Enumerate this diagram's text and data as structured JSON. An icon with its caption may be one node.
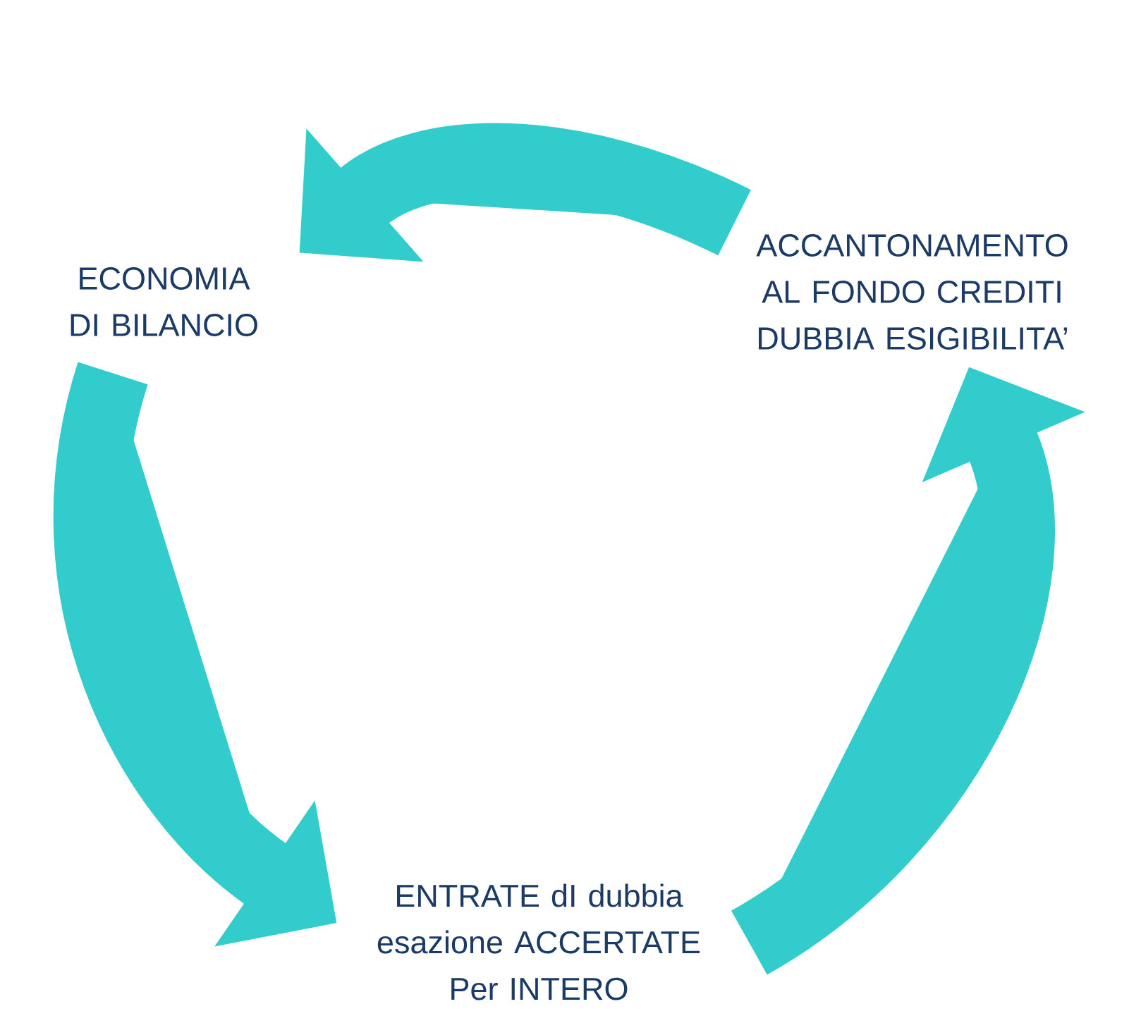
{
  "diagram": {
    "nodes": [
      {
        "text": [
          "ACCANTONAMENTO AL FONDO CREDITI DUBBIA ESIGIBILITA’"
        ]
      },
      {
        "text": [
          "ECONOMIA DI BILANCIO"
        ]
      },
      {
        "text": [
          "ENTRATE dI dubbia esazione ACCERTATE Per INTERO"
        ]
      }
    ],
    "edges": [
      {
        "from": 0,
        "to": 1,
        "arrow": "to"
      },
      {
        "from": 1,
        "to": 2,
        "arrow": "to"
      },
      {
        "from": 2,
        "to": 0,
        "arrow": "to"
      }
    ]
  }
}
